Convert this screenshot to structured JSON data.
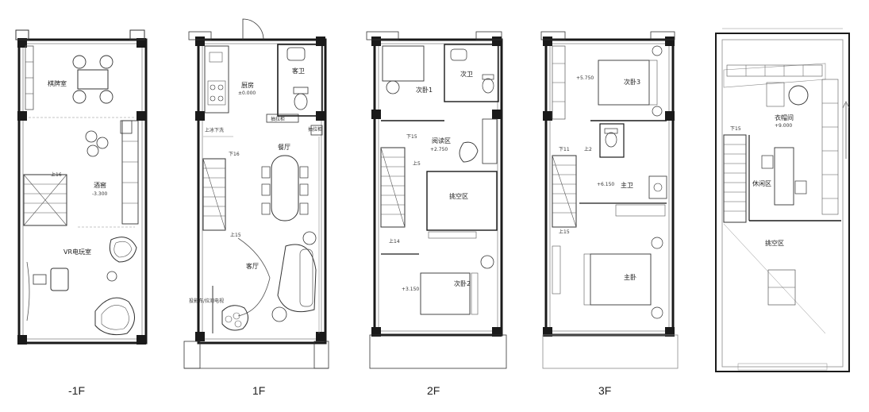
{
  "colors": {
    "wall": "#1a1a1a",
    "line": "#333333",
    "thin": "#8a8a8a",
    "paper": "#ffffff"
  },
  "floors": [
    {
      "title": "-1F",
      "rooms": {
        "chess": "棋牌室",
        "wine": "酒窖",
        "vr": "VR电玩室"
      },
      "notes": {
        "up16": "上16",
        "elev": "-3.300"
      }
    },
    {
      "title": "1F",
      "rooms": {
        "kitchen": "厨房",
        "guest_wc": "客卫",
        "dining": "餐厅",
        "living": "客厅"
      },
      "notes": {
        "elev": "±0.000",
        "drawer1": "抽拉柜",
        "drawer2": "抽拉柜",
        "up_down": "上冰下洗",
        "down16": "下16",
        "up15": "上15",
        "projector": "投影布/拉测电视"
      }
    },
    {
      "title": "2F",
      "rooms": {
        "bed1": "次卧1",
        "bath2": "次卫",
        "reading": "阅读区",
        "void": "挑空区",
        "bed2": "次卧2"
      },
      "notes": {
        "down15": "下15",
        "elev": "+2.750",
        "up5": "上5",
        "up14": "上14",
        "elev2": "+3.150"
      }
    },
    {
      "title": "3F",
      "rooms": {
        "bed3": "次卧3",
        "master_bath": "主卫",
        "master_bed": "主卧"
      },
      "notes": {
        "elev": "+5.750",
        "down11": "下11",
        "up2": "上2",
        "elev2": "+6.150",
        "up15": "上15"
      }
    },
    {
      "title": "",
      "rooms": {
        "cloak": "衣帽间",
        "lounge": "休闲区",
        "void": "挑空区"
      },
      "notes": {
        "down15": "下15",
        "elev": "+9.000"
      }
    }
  ]
}
